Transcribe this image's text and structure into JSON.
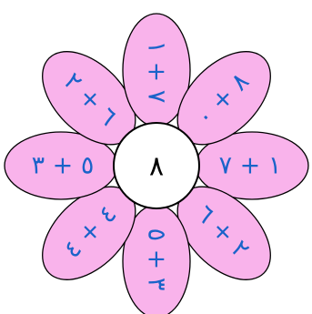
{
  "flower": {
    "center_number": "٨",
    "petal_color": "#f9b3eb",
    "text_color": "#1a63c9",
    "equations": [
      "١ + ٧",
      "٢ + ٦",
      "٣ + ٥",
      "٤ + ٤",
      "٥ + ٣",
      "٦ + ٢",
      "٧ + ١",
      "٨ + ٠"
    ]
  }
}
